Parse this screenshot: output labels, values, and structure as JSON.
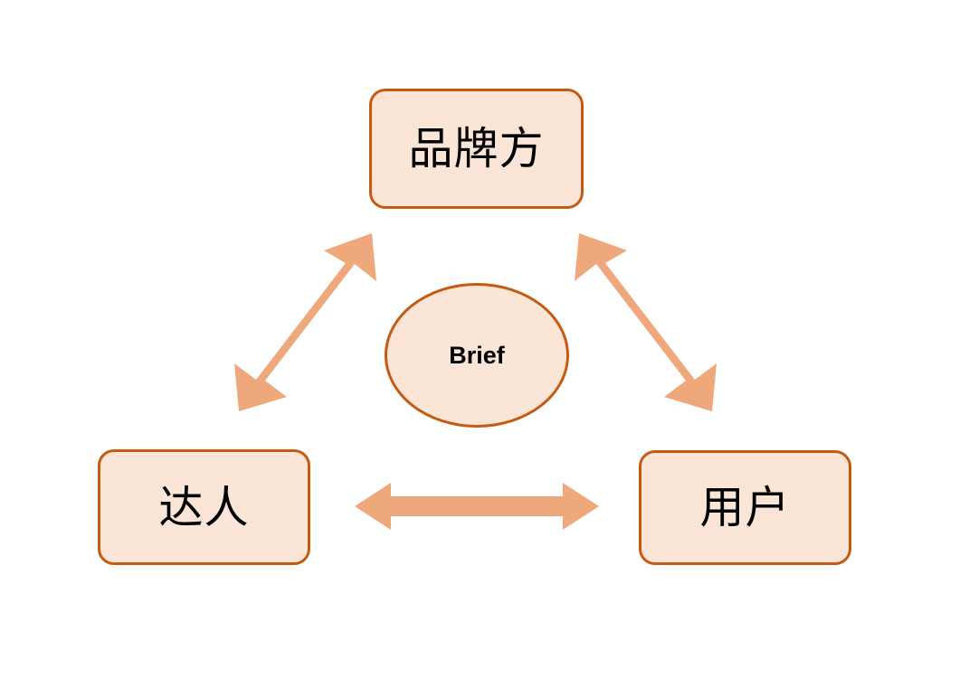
{
  "diagram": {
    "title": "Brief triangle relationship diagram",
    "background_color": "#ffffff",
    "palette": {
      "node_fill": "#fae5d7",
      "node_border": "#c55a11",
      "arrow_fill": "#efa87c",
      "text_color": "#000000"
    },
    "nodes": [
      {
        "id": "brand",
        "label": "品牌方",
        "shape": "rounded-rectangle",
        "position": "top-center"
      },
      {
        "id": "creator",
        "label": "达人",
        "shape": "rounded-rectangle",
        "position": "bottom-left"
      },
      {
        "id": "user",
        "label": "用户",
        "shape": "rounded-rectangle",
        "position": "bottom-right"
      },
      {
        "id": "brief",
        "label": "Brief",
        "shape": "ellipse",
        "position": "center"
      }
    ],
    "connectors": [
      {
        "id": "creator-brand",
        "from": "达人",
        "to": "品牌方",
        "style": "double-headed-arrow",
        "orientation": "diagonal-up-right"
      },
      {
        "id": "brand-user",
        "from": "品牌方",
        "to": "用户",
        "style": "double-headed-arrow",
        "orientation": "diagonal-down-right"
      },
      {
        "id": "creator-user",
        "from": "达人",
        "to": "用户",
        "style": "double-headed-arrow",
        "orientation": "horizontal"
      }
    ]
  }
}
